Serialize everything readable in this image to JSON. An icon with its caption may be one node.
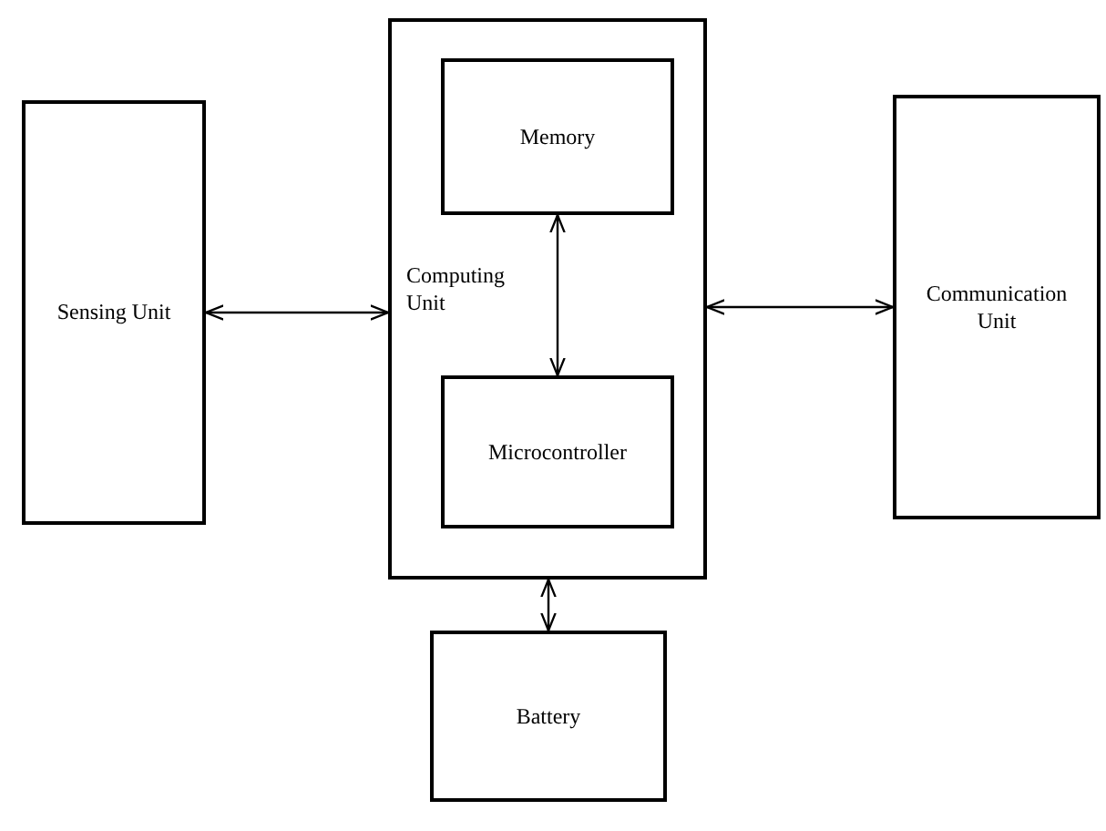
{
  "diagram": {
    "nodes": [
      {
        "text": [
          "Sensing Unit"
        ]
      },
      {
        "text": [
          "Computing Unit"
        ]
      },
      {
        "text": [
          "Memory"
        ],
        "in": 1
      },
      {
        "text": [
          "Microcontroller"
        ],
        "in": 1
      },
      {
        "text": [
          "Communication Unit"
        ]
      },
      {
        "text": [
          "Battery"
        ]
      }
    ],
    "edges": [
      {
        "from": 0,
        "to": 1,
        "arrow": "both"
      },
      {
        "from": 2,
        "to": 3,
        "arrow": "both"
      },
      {
        "from": 1,
        "to": 4,
        "arrow": "both"
      },
      {
        "from": 1,
        "to": 5,
        "arrow": "both"
      }
    ]
  }
}
